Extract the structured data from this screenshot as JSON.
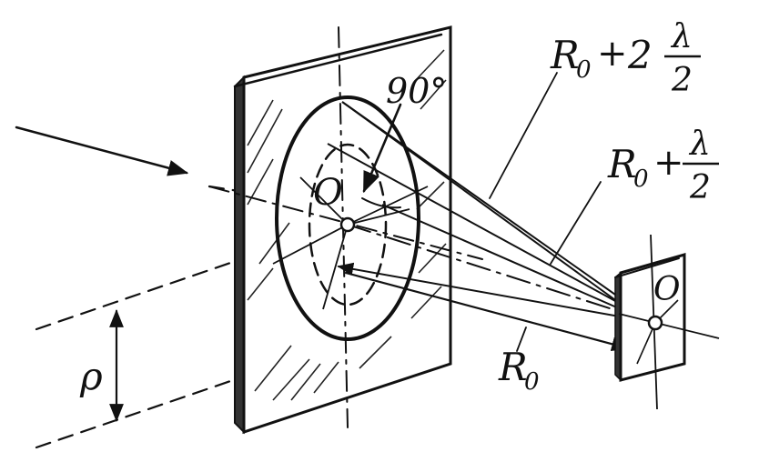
{
  "labels": {
    "angle": "90°",
    "center_screen": "O",
    "center_observer": "O",
    "rho": "ρ",
    "r0_symbol": "R",
    "r0_sub": "0",
    "plus": "+",
    "two": "2",
    "lambda": "λ",
    "denom": "2"
  },
  "colors": {
    "ink": "#111111",
    "background": "#ffffff"
  }
}
